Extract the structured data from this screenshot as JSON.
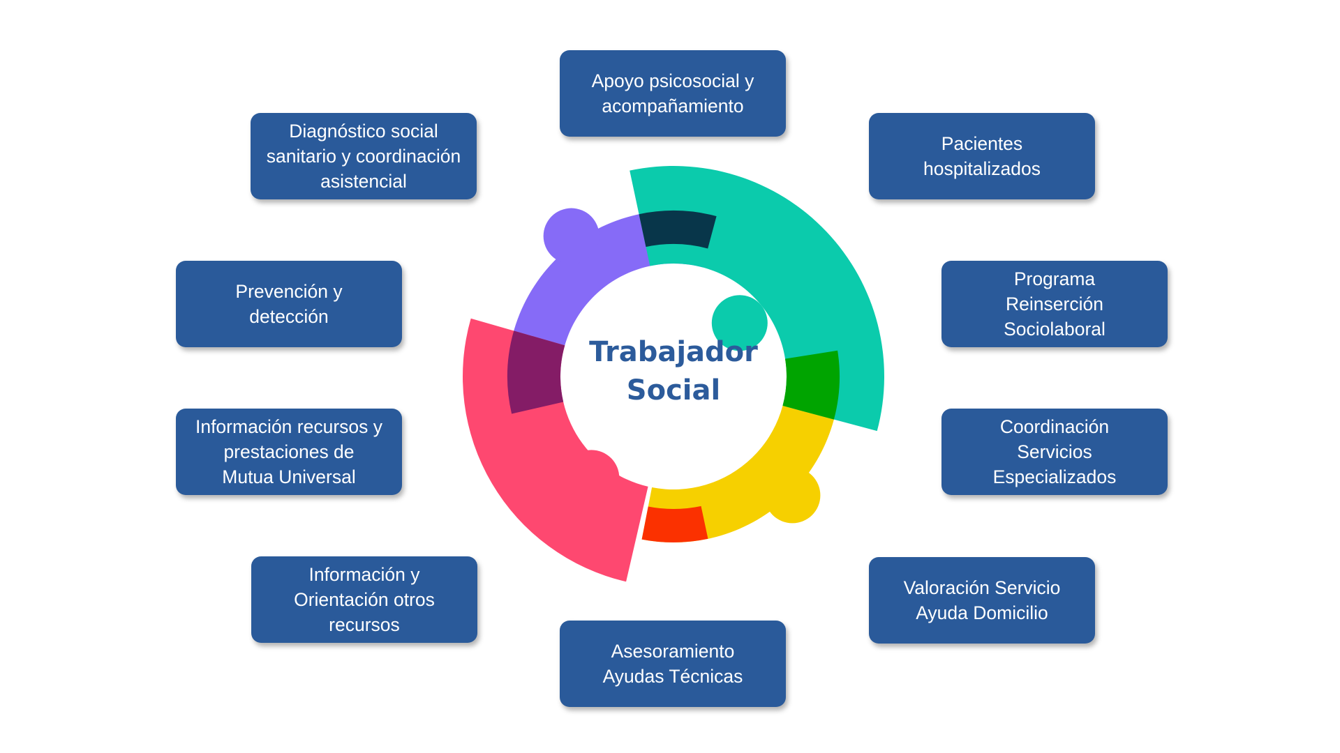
{
  "center": {
    "title": "Trabajador\nSocial"
  },
  "colors": {
    "box_fill": "#2a5a9a",
    "box_text": "#ffffff",
    "center_text": "#2c5b9b",
    "segment_purple": "#866bf7",
    "segment_teal": "#0bcbac",
    "segment_yellow": "#f6d000",
    "segment_red": "#fe4870",
    "overlap_purple_teal": "#08364a",
    "overlap_teal_yellow": "#00a400",
    "overlap_yellow_red": "#fb3100",
    "overlap_red_purple": "#841c66"
  },
  "boxes": [
    {
      "id": "apoyo-psicosocial",
      "label": "Apoyo psicosocial y\nacompañamiento"
    },
    {
      "id": "pacientes-hospitalizados",
      "label": "Pacientes\nhospitalizados"
    },
    {
      "id": "programa-reinsercion",
      "label": "Programa\nReinserción\nSociolaboral"
    },
    {
      "id": "coordinacion-servicios",
      "label": "Coordinación\nServicios\nEspecializados"
    },
    {
      "id": "valoracion-servicio",
      "label": "Valoración Servicio\nAyuda Domicilio"
    },
    {
      "id": "asesoramiento-ayudas",
      "label": "Asesoramiento\nAyudas Técnicas"
    },
    {
      "id": "informacion-orientacion",
      "label": "Información y\nOrientación otros\nrecursos"
    },
    {
      "id": "informacion-recursos",
      "label": "Información recursos y\nprestaciones de\nMutua Universal"
    },
    {
      "id": "prevencion-deteccion",
      "label": "Prevención y\ndetección"
    },
    {
      "id": "diagnostico-social",
      "label": "Diagnóstico social\nsanitario y coordinación\nasistencial"
    }
  ]
}
